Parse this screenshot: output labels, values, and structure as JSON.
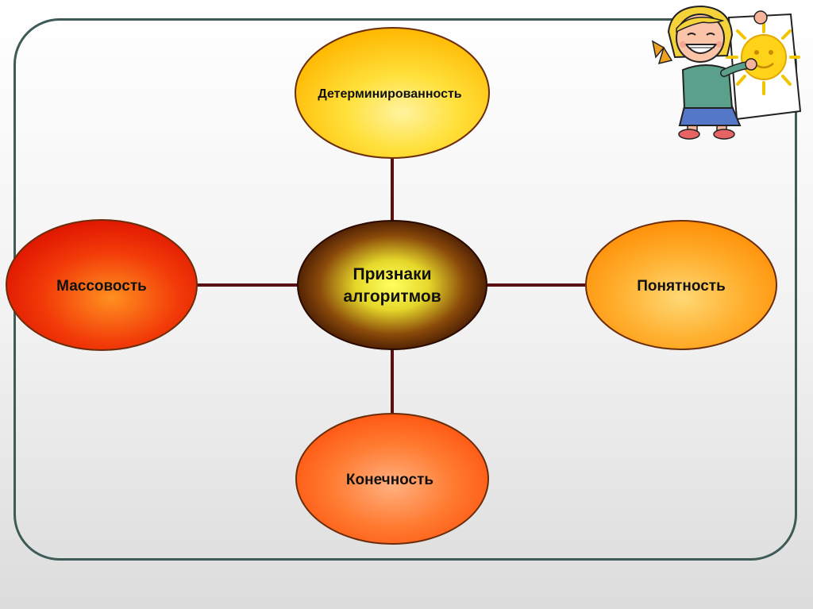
{
  "center": {
    "label_line1": "Признаки",
    "label_line2": "алгоритмов"
  },
  "nodes": {
    "top": "Детерминированность",
    "left": "Массовость",
    "right": "Понятность",
    "bottom": "Конечность"
  },
  "colors": {
    "frame": "#3e5b57",
    "connector": "#5a1010",
    "center_inner": "#ffff55",
    "center_outer": "#3a1202",
    "top_fill": "#ffd21e",
    "left_fill": "#ee1c04",
    "right_fill": "#ff9f16",
    "bottom_fill": "#ff6a14"
  },
  "illustration": {
    "icon": "girl-with-sun-drawing-icon"
  }
}
